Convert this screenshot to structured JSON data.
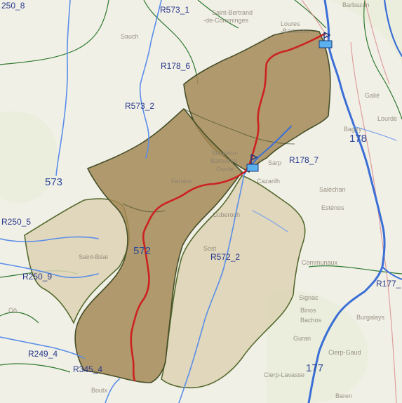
{
  "reach_labels": [
    {
      "id": "r250_8",
      "text": "250_8"
    },
    {
      "id": "r573_1",
      "text": "R573_1"
    },
    {
      "id": "r178_6",
      "text": "R178_6"
    },
    {
      "id": "r573_2",
      "text": "R573_2"
    },
    {
      "id": "r178_7",
      "text": "R178_7"
    },
    {
      "id": "r250_5",
      "text": "R250_5"
    },
    {
      "id": "r572_2",
      "text": "R572_2"
    },
    {
      "id": "r250_9",
      "text": "R250_9"
    },
    {
      "id": "r177_1",
      "text": "R177_"
    },
    {
      "id": "r249_4",
      "text": "R249_4"
    },
    {
      "id": "r345_4",
      "text": "R345_4"
    }
  ],
  "basin_labels": [
    {
      "id": "b178",
      "text": "178"
    },
    {
      "id": "b573",
      "text": "573"
    },
    {
      "id": "b572",
      "text": "572"
    },
    {
      "id": "b177",
      "text": "177"
    }
  ],
  "town_labels": [
    {
      "id": "t_barbazan",
      "text": "Barbazan"
    },
    {
      "id": "t_saint_bertrand",
      "text": "Saint-Bertrand"
    },
    {
      "id": "t_de_comminges",
      "text": "-de-Comminges"
    },
    {
      "id": "t_loures",
      "text": "Loures"
    },
    {
      "id": "t_barousse",
      "text": "-Barousse"
    },
    {
      "id": "t_sauch",
      "text": "Sauch"
    },
    {
      "id": "t_mauleon_1",
      "text": "Mauléon-"
    },
    {
      "id": "t_mauleon_2",
      "text": "Barousse"
    },
    {
      "id": "t_ourde",
      "text": "Ourde"
    },
    {
      "id": "t_ferrere",
      "text": "Ferrère"
    },
    {
      "id": "t_sarp",
      "text": "Sarp"
    },
    {
      "id": "t_cazarilh",
      "text": "Cazarilh"
    },
    {
      "id": "t_saleichan",
      "text": "Saléchan"
    },
    {
      "id": "t_estenos",
      "text": "Esténos"
    },
    {
      "id": "t_lourde",
      "text": "Lourde"
    },
    {
      "id": "t_galie",
      "text": "Galié"
    },
    {
      "id": "t_cuberoch",
      "text": "Cuberoch"
    },
    {
      "id": "t_sost",
      "text": "Sost"
    },
    {
      "id": "t_bagiry",
      "text": "Bagiry"
    },
    {
      "id": "t_signac",
      "text": "Signac"
    },
    {
      "id": "t_binos",
      "text": "Binos"
    },
    {
      "id": "t_bachos",
      "text": "Bachos"
    },
    {
      "id": "t_burgalays",
      "text": "Burgalays"
    },
    {
      "id": "t_guran",
      "text": "Guran"
    },
    {
      "id": "t_cierp_lavasse",
      "text": "Cierp-Lavasse"
    },
    {
      "id": "t_baren",
      "text": "Baren"
    },
    {
      "id": "t_boutx",
      "text": "Boutx"
    },
    {
      "id": "t_communaux",
      "text": "Communaux"
    },
    {
      "id": "t_cierp_gaud",
      "text": "Cierp-Gaud"
    },
    {
      "id": "t_oo",
      "text": "Oô"
    },
    {
      "id": "t_saint_beat",
      "text": "Saint-Béat"
    }
  ],
  "colors": {
    "background": "#f1f0e7",
    "basin_dark_fill": "#a48a56",
    "basin_light_fill": "#ddd2b4",
    "basin_border": "#556b2f",
    "basin_outline_dark": "#46502a",
    "river_main": "#3b6fd6",
    "river_minor": "#5a8ee8",
    "route_red": "#cc2222",
    "road_red": "#d98a8a",
    "outlet_marker": "#5bb0ee",
    "outlet_border": "#1b3a7a"
  },
  "icons": [
    "outlet-marker-icon",
    "flag-icon"
  ]
}
